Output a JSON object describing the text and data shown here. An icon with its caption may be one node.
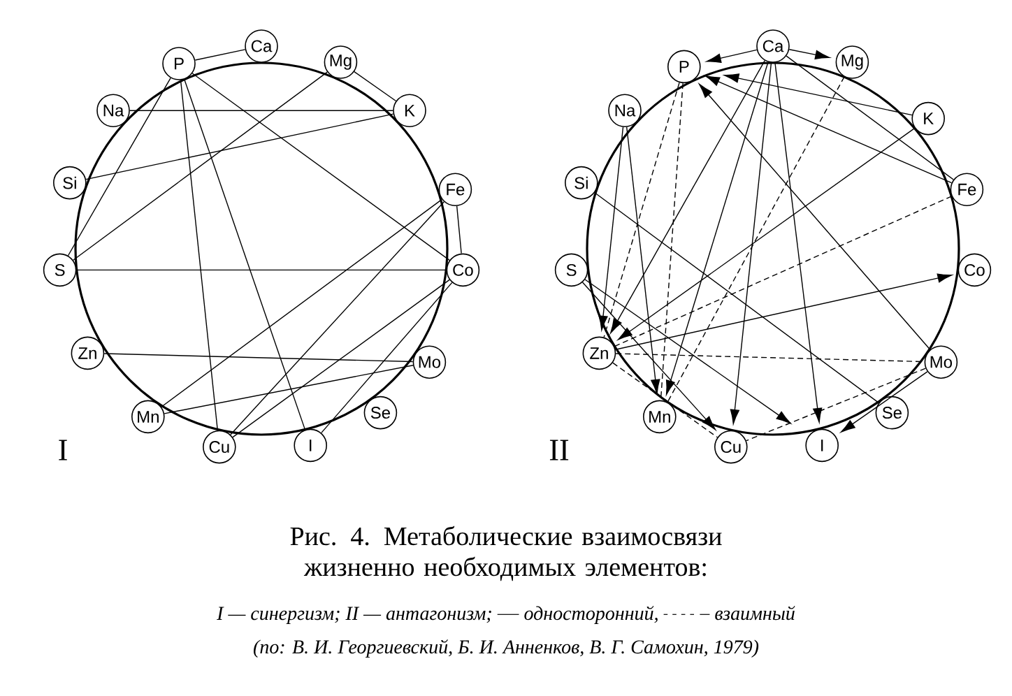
{
  "diagram": {
    "caption": "Рис. 4. Метаболические взаимосвязи жизненно необходимых элементов:",
    "nodes": [
      {
        "text": [
          "P"
        ]
      },
      {
        "text": [
          "Ca"
        ]
      },
      {
        "text": [
          "Mg"
        ]
      },
      {
        "text": [
          "K"
        ]
      },
      {
        "text": [
          "Fe"
        ]
      },
      {
        "text": [
          "Co"
        ]
      },
      {
        "text": [
          "Mo"
        ]
      },
      {
        "text": [
          "Se"
        ]
      },
      {
        "text": [
          "I"
        ]
      },
      {
        "text": [
          "Cu"
        ]
      },
      {
        "text": [
          "Mn"
        ]
      },
      {
        "text": [
          "Zn"
        ]
      },
      {
        "text": [
          "S"
        ]
      },
      {
        "text": [
          "Si"
        ]
      },
      {
        "text": [
          "Na"
        ]
      },
      {
        "text": [
          "P"
        ]
      },
      {
        "text": [
          "Ca"
        ]
      },
      {
        "text": [
          "Mg"
        ]
      },
      {
        "text": [
          "K"
        ]
      },
      {
        "text": [
          "Fe"
        ]
      },
      {
        "text": [
          "Co"
        ]
      },
      {
        "text": [
          "Mo"
        ]
      },
      {
        "text": [
          "Se"
        ]
      },
      {
        "text": [
          "I"
        ]
      },
      {
        "text": [
          "Cu"
        ]
      },
      {
        "text": [
          "Mn"
        ]
      },
      {
        "text": [
          "Zn"
        ]
      },
      {
        "text": [
          "S"
        ]
      },
      {
        "text": [
          "Si"
        ]
      },
      {
        "text": [
          "Na"
        ]
      }
    ],
    "edges": [
      {
        "from": 0,
        "to": 1,
        "arrow": "none"
      },
      {
        "from": 0,
        "to": 12,
        "arrow": "none"
      },
      {
        "from": 0,
        "to": 9,
        "arrow": "none"
      },
      {
        "from": 0,
        "to": 8,
        "arrow": "none"
      },
      {
        "from": 0,
        "to": 5,
        "arrow": "none"
      },
      {
        "from": 14,
        "to": 3,
        "arrow": "none"
      },
      {
        "from": 13,
        "to": 3,
        "arrow": "none"
      },
      {
        "from": 2,
        "to": 12,
        "arrow": "none"
      },
      {
        "from": 2,
        "to": 3,
        "arrow": "none"
      },
      {
        "from": 12,
        "to": 5,
        "arrow": "none"
      },
      {
        "from": 4,
        "to": 10,
        "arrow": "none"
      },
      {
        "from": 4,
        "to": 9,
        "arrow": "none"
      },
      {
        "from": 5,
        "to": 9,
        "arrow": "none"
      },
      {
        "from": 5,
        "to": 8,
        "arrow": "none"
      },
      {
        "from": 11,
        "to": 6,
        "arrow": "none"
      },
      {
        "from": 10,
        "to": 6,
        "arrow": "none"
      },
      {
        "from": 4,
        "to": 5,
        "arrow": "none"
      },
      {
        "from": 16,
        "to": 17,
        "arrow": "to"
      },
      {
        "from": 16,
        "to": 15,
        "arrow": "to"
      },
      {
        "from": 18,
        "to": 15,
        "arrow": "to"
      },
      {
        "from": 19,
        "to": 15,
        "arrow": "to"
      },
      {
        "from": 21,
        "to": 15,
        "arrow": "to"
      },
      {
        "from": 16,
        "to": 19,
        "arrow": "none"
      },
      {
        "from": 16,
        "to": 26,
        "arrow": "to"
      },
      {
        "from": 16,
        "to": 25,
        "arrow": "to"
      },
      {
        "from": 16,
        "to": 24,
        "arrow": "to"
      },
      {
        "from": 16,
        "to": 23,
        "arrow": "to"
      },
      {
        "from": 29,
        "to": 26,
        "arrow": "to"
      },
      {
        "from": 29,
        "to": 25,
        "arrow": "to"
      },
      {
        "from": 28,
        "to": 22,
        "arrow": "none"
      },
      {
        "from": 27,
        "to": 24,
        "arrow": "to"
      },
      {
        "from": 27,
        "to": 23,
        "arrow": "to"
      },
      {
        "from": 18,
        "to": 26,
        "arrow": "to"
      },
      {
        "from": 26,
        "to": 20,
        "arrow": "to"
      },
      {
        "from": 21,
        "to": 23,
        "arrow": "to"
      },
      {
        "from": 15,
        "to": 26,
        "arrow": "none",
        "style": "dashed"
      },
      {
        "from": 15,
        "to": 25,
        "arrow": "none",
        "style": "dashed"
      },
      {
        "from": 17,
        "to": 25,
        "arrow": "none",
        "style": "dashed"
      },
      {
        "from": 19,
        "to": 26,
        "arrow": "none",
        "style": "dashed"
      },
      {
        "from": 26,
        "to": 21,
        "arrow": "none",
        "style": "dashed"
      },
      {
        "from": 26,
        "to": 24,
        "arrow": "none",
        "style": "dashed"
      },
      {
        "from": 21,
        "to": 24,
        "arrow": "none",
        "style": "dashed"
      }
    ],
    "labels": [
      "I",
      "II",
      "I — синергизм;",
      "II — антагонизм;",
      "(по: В. И. Георгиевский, Б. И. Анненков, В. Г. Самохин, 1979)"
    ],
    "legend": [
      {
        "text": "односторонний,"
      },
      {
        "text": "взаимный"
      }
    ]
  }
}
